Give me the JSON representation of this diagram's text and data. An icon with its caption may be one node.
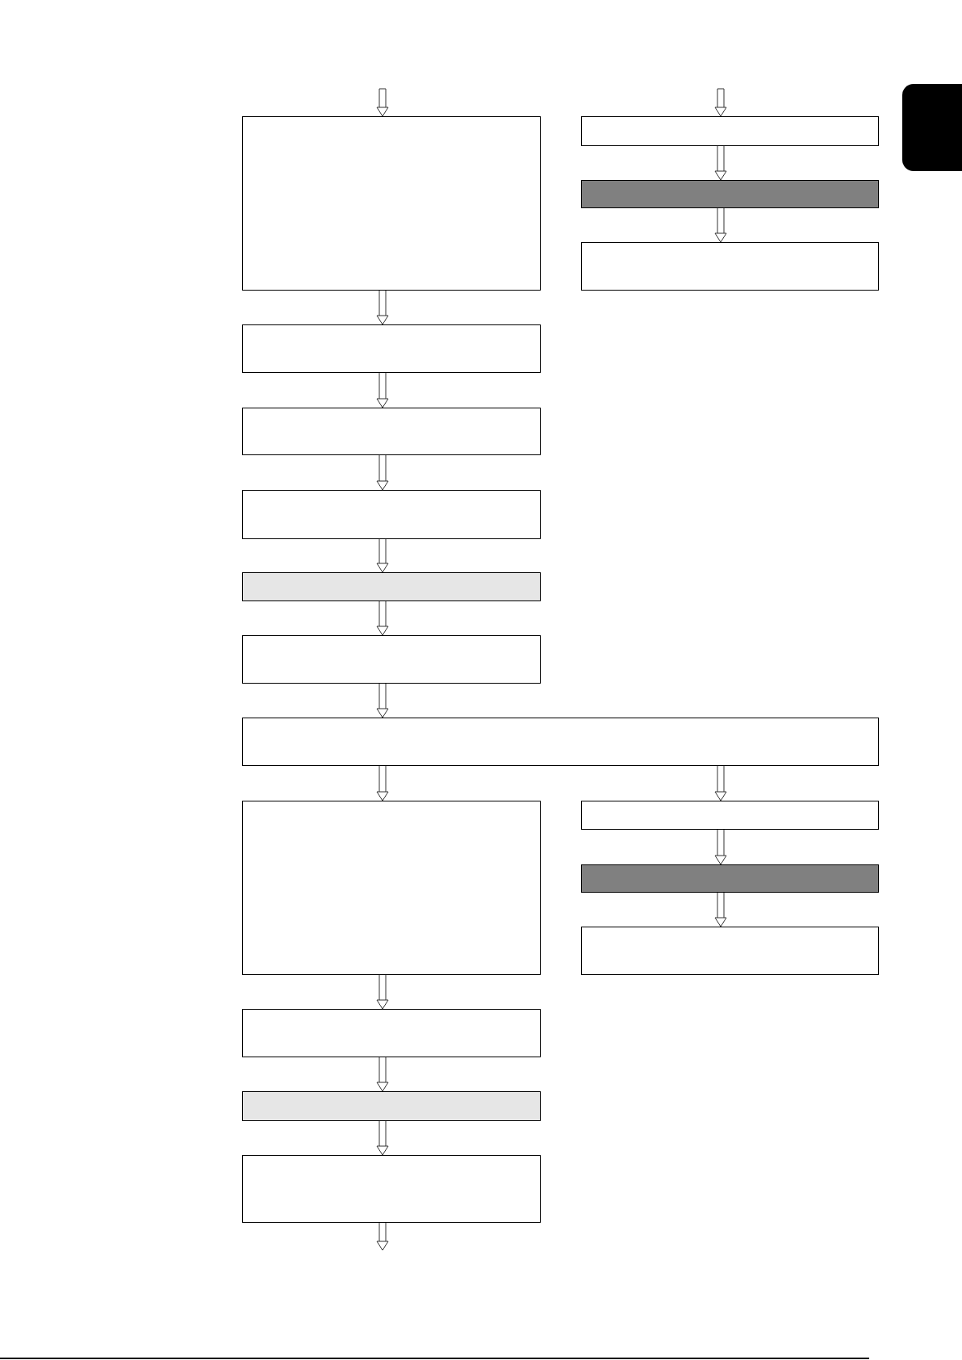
{
  "diagram": {
    "nodes": [
      {
        "text": [],
        "shape": "box"
      },
      {
        "text": [],
        "shape": "box"
      },
      {
        "text": [],
        "shape": "box"
      },
      {
        "text": [],
        "shape": "box"
      },
      {
        "text": [],
        "shape": "box"
      },
      {
        "text": [],
        "shape": "box"
      },
      {
        "text": [],
        "shape": "box"
      },
      {
        "text": [],
        "shape": "box"
      },
      {
        "text": [],
        "shape": "box"
      },
      {
        "text": [],
        "shape": "box"
      },
      {
        "text": [],
        "shape": "box"
      },
      {
        "text": [],
        "shape": "box"
      },
      {
        "text": [],
        "shape": "box"
      },
      {
        "text": [],
        "shape": "box"
      },
      {
        "text": [],
        "shape": "box"
      },
      {
        "text": [],
        "shape": "box"
      },
      {
        "text": [],
        "shape": "box"
      }
    ],
    "edges": [
      {
        "from": null,
        "to": 0,
        "arrow": "to"
      },
      {
        "from": null,
        "to": 1,
        "arrow": "to"
      },
      {
        "from": 1,
        "to": 2,
        "arrow": "to"
      },
      {
        "from": 2,
        "to": 3,
        "arrow": "to"
      },
      {
        "from": 0,
        "to": 4,
        "arrow": "to"
      },
      {
        "from": 4,
        "to": 5,
        "arrow": "to"
      },
      {
        "from": 5,
        "to": 6,
        "arrow": "to"
      },
      {
        "from": 6,
        "to": 7,
        "arrow": "to"
      },
      {
        "from": 7,
        "to": 8,
        "arrow": "to"
      },
      {
        "from": 8,
        "to": 9,
        "arrow": "to"
      },
      {
        "from": 9,
        "to": 10,
        "arrow": "to"
      },
      {
        "from": 9,
        "to": 11,
        "arrow": "to"
      },
      {
        "from": 11,
        "to": 12,
        "arrow": "to"
      },
      {
        "from": 12,
        "to": 13,
        "arrow": "to"
      },
      {
        "from": 10,
        "to": 14,
        "arrow": "to"
      },
      {
        "from": 14,
        "to": 15,
        "arrow": "to"
      },
      {
        "from": 15,
        "to": 16,
        "arrow": "to"
      },
      {
        "from": 16,
        "to": null,
        "arrow": "to"
      }
    ]
  }
}
